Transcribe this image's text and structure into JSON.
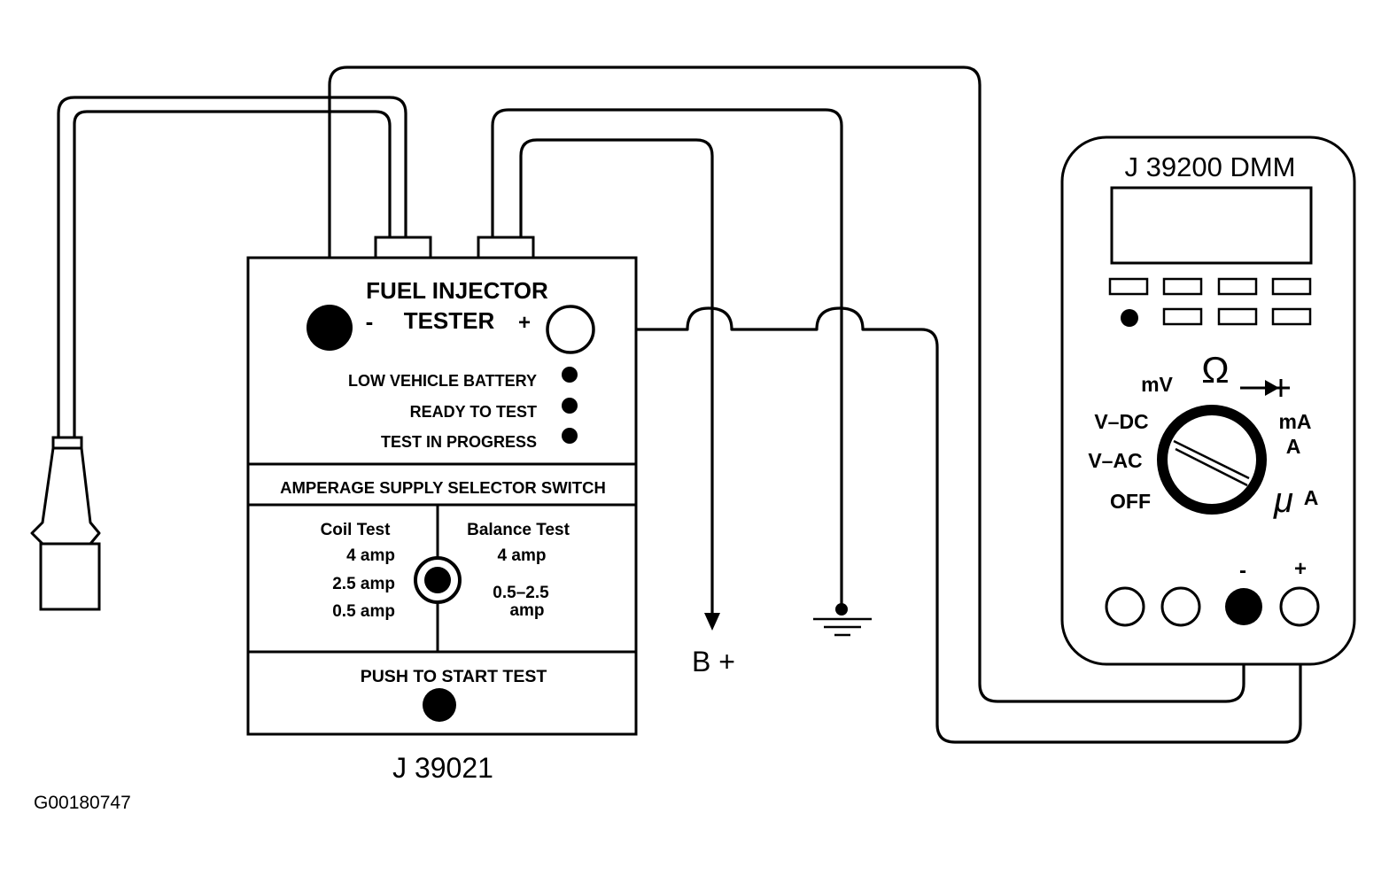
{
  "tester": {
    "title_line1": "FUEL INJECTOR",
    "title_line2": "TESTER",
    "minus": "-",
    "plus": "+",
    "indicators": [
      "LOW VEHICLE BATTERY",
      "READY TO TEST",
      "TEST IN PROGRESS"
    ],
    "selector_title": "AMPERAGE SUPPLY SELECTOR SWITCH",
    "coil_title": "Coil Test",
    "coil_options": [
      "4 amp",
      "2.5 amp",
      "0.5 amp"
    ],
    "balance_title": "Balance Test",
    "balance_option1": "4 amp",
    "balance_option2_line1": "0.5–2.5",
    "balance_option2_line2": "amp",
    "push_label": "PUSH TO START TEST",
    "model": "J 39021"
  },
  "battery_label": "B +",
  "dmm": {
    "title": "J 39200 DMM",
    "modes": {
      "mv": "mV",
      "ohm": "Ω",
      "vdc": "V–DC",
      "vac": "V–AC",
      "off": "OFF",
      "ma": "mA",
      "a": "A",
      "ua_mu": "μ",
      "ua_a": "A"
    },
    "terminal_minus": "-",
    "terminal_plus": "+"
  },
  "figure_id": "G00180747",
  "icons": [
    "injector-connector-icon",
    "ground-symbol-icon",
    "diode-icon",
    "rotary-dial-icon"
  ]
}
